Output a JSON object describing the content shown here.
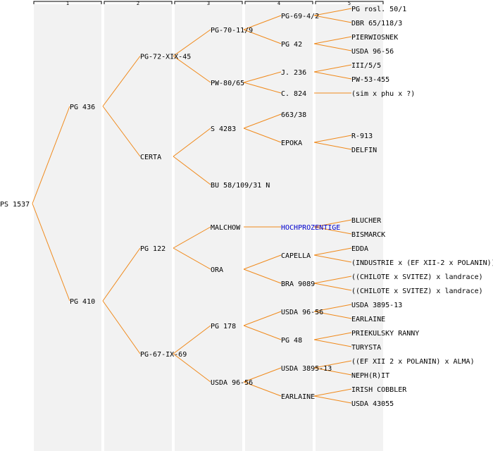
{
  "diagram": {
    "type": "pedigree-tree",
    "generation_labels": [
      "1",
      "2",
      "3",
      "4",
      "5"
    ],
    "link_color": "#f08a1c",
    "highlight_color": "#0000cc",
    "root": {
      "label": "PS 1537",
      "children": [
        {
          "label": "PG 436",
          "children": [
            {
              "label": "PG-72-XIX-45",
              "children": [
                {
                  "label": "PG-70-11/9",
                  "children": [
                    {
                      "label": "PG-69-4/2",
                      "children": [
                        {
                          "label": "PG rosl. 50/1"
                        },
                        {
                          "label": "DBR 65/118/3"
                        }
                      ]
                    },
                    {
                      "label": "PG 42",
                      "children": [
                        {
                          "label": "PIERWIOSNEK"
                        },
                        {
                          "label": "USDA 96-56"
                        }
                      ]
                    }
                  ]
                },
                {
                  "label": "PW-80/65",
                  "children": [
                    {
                      "label": "J. 236",
                      "children": [
                        {
                          "label": "III/5/5"
                        },
                        {
                          "label": "PW-53-455"
                        }
                      ]
                    },
                    {
                      "label": "C. 824",
                      "children": [
                        {
                          "label": "(sim x phu x ?)"
                        }
                      ]
                    }
                  ]
                }
              ]
            },
            {
              "label": "CERTA",
              "children": [
                {
                  "label": "S 4283",
                  "children": [
                    {
                      "label": "663/38"
                    },
                    {
                      "label": "EPOKA",
                      "children": [
                        {
                          "label": "R-913"
                        },
                        {
                          "label": "DELFIN"
                        }
                      ]
                    }
                  ]
                },
                {
                  "label": "BU 58/109/31 N"
                }
              ]
            }
          ]
        },
        {
          "label": "PG 410",
          "children": [
            {
              "label": "PG 122",
              "children": [
                {
                  "label": "MALCHOW",
                  "children": [
                    {
                      "label": "HOCHPROZENTIGE",
                      "highlight": true,
                      "children": [
                        {
                          "label": "BLUCHER"
                        },
                        {
                          "label": "BISMARCK"
                        }
                      ]
                    }
                  ]
                },
                {
                  "label": "ORA",
                  "children": [
                    {
                      "label": "CAPELLA",
                      "children": [
                        {
                          "label": "EDDA"
                        },
                        {
                          "label": "(INDUSTRIE x (EF XII-2 x POLANIN))"
                        }
                      ]
                    },
                    {
                      "label": "BRA 9089",
                      "children": [
                        {
                          "label": "((CHILOTE x SVITEZ) x landrace)"
                        },
                        {
                          "label": "((CHILOTE x SVITEZ) x landrace)"
                        }
                      ]
                    }
                  ]
                }
              ]
            },
            {
              "label": "PG-67-IX-69",
              "children": [
                {
                  "label": "PG 178",
                  "children": [
                    {
                      "label": "USDA 96-56",
                      "children": [
                        {
                          "label": "USDA 3895-13"
                        },
                        {
                          "label": "EARLAINE"
                        }
                      ]
                    },
                    {
                      "label": "PG 48",
                      "children": [
                        {
                          "label": "PRIEKULSKY RANNY"
                        },
                        {
                          "label": "TURYSTA"
                        }
                      ]
                    }
                  ]
                },
                {
                  "label": "USDA 96-56",
                  "children": [
                    {
                      "label": "USDA 3895-13",
                      "children": [
                        {
                          "label": "((EF XII 2 x POLANIN) x ALMA)"
                        },
                        {
                          "label": "NEPH(R)IT"
                        }
                      ]
                    },
                    {
                      "label": "EARLAINE",
                      "children": [
                        {
                          "label": "IRISH COBBLER"
                        },
                        {
                          "label": "USDA 43055"
                        }
                      ]
                    }
                  ]
                }
              ]
            }
          ]
        }
      ]
    }
  }
}
